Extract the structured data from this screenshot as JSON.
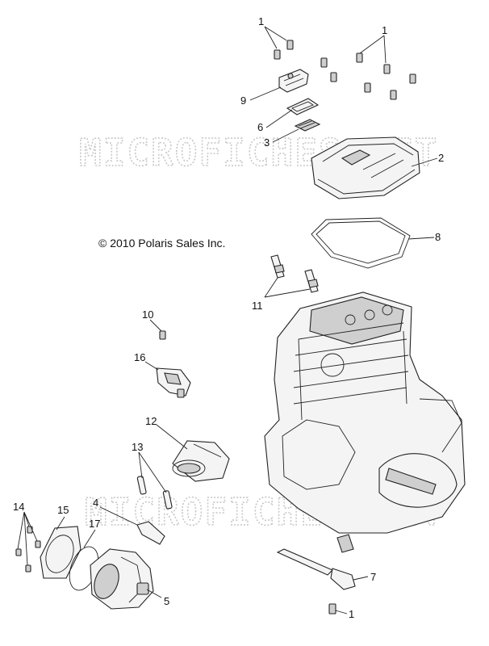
{
  "copyright": "© 2010 Polaris Sales Inc.",
  "watermark": "MICROFICHES.NET",
  "callouts": {
    "c1_top_left": "1",
    "c1_top_right": "1",
    "c9": "9",
    "c6": "6",
    "c3": "3",
    "c2": "2",
    "c8": "8",
    "c11": "11",
    "c10": "10",
    "c16": "16",
    "c12": "12",
    "c13": "13",
    "c4": "4",
    "c14": "14",
    "c15": "15",
    "c17": "17",
    "c5": "5",
    "c7": "7",
    "c1_bottom": "1"
  }
}
